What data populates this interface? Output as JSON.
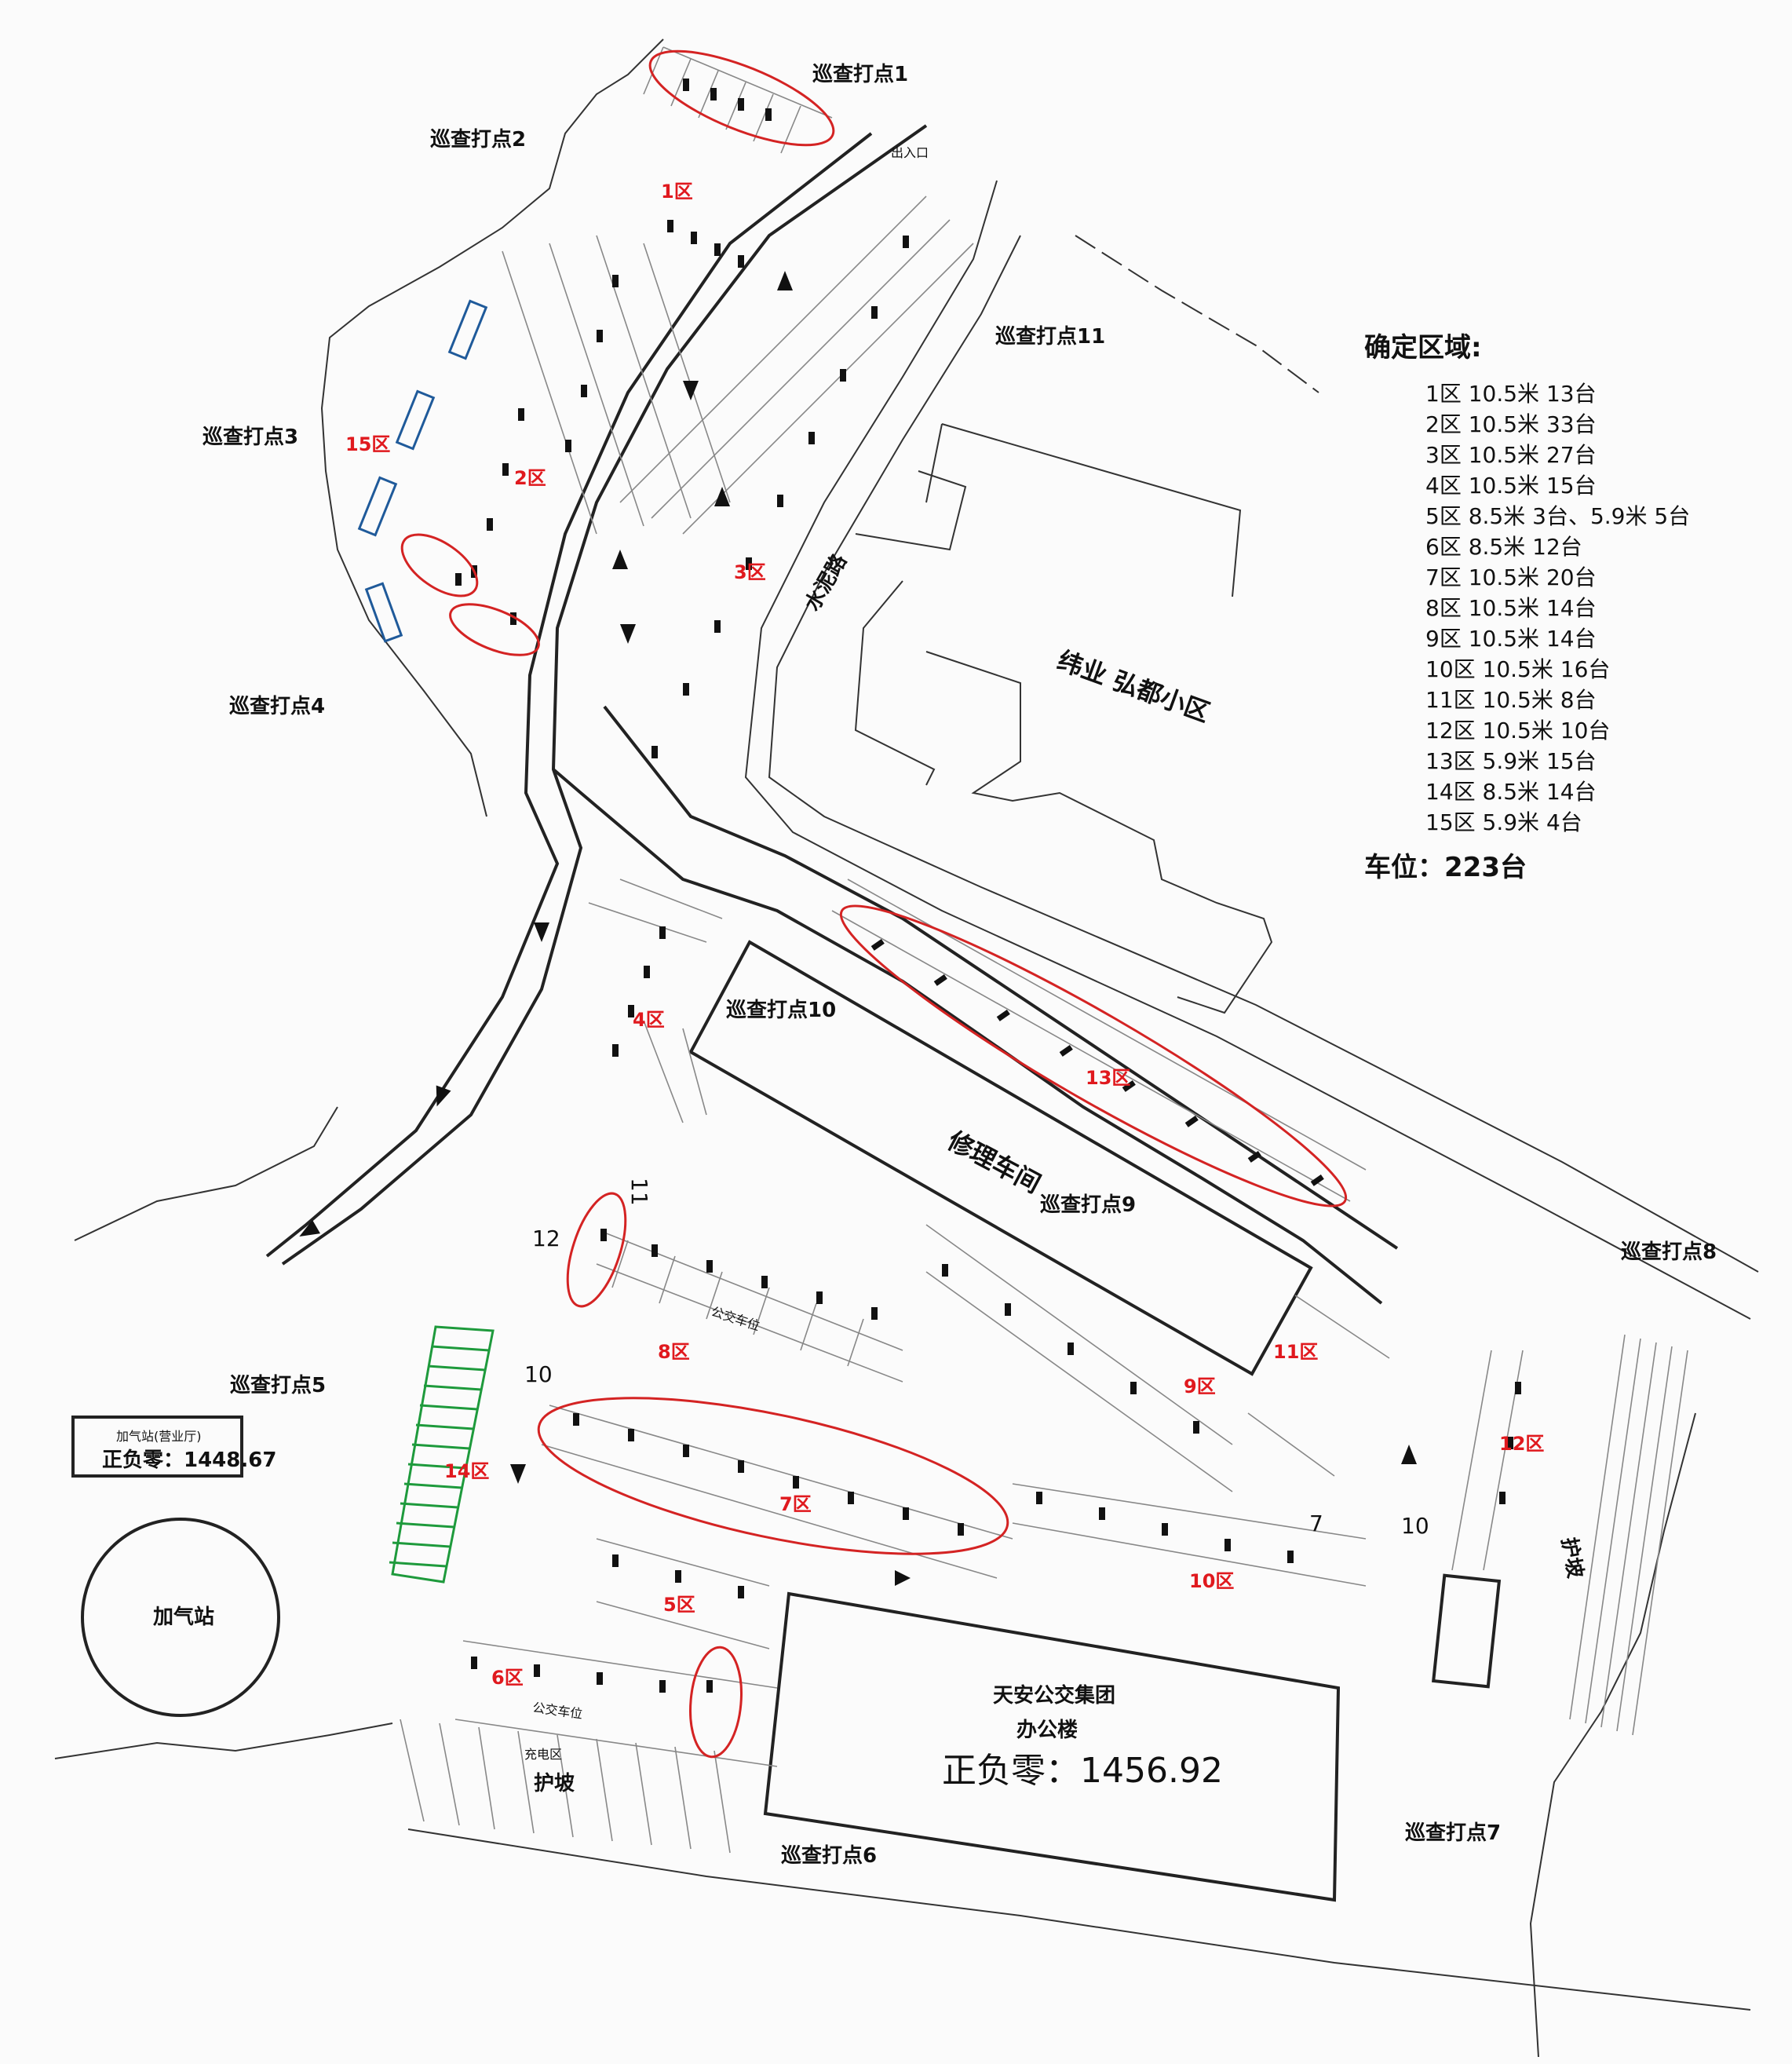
{
  "legend": {
    "title": "确定区域:",
    "items": [
      "1区 10.5米 13台",
      "2区 10.5米 33台",
      "3区 10.5米 27台",
      "4区 10.5米 15台",
      "5区 8.5米 3台、5.9米 5台",
      "6区 8.5米 12台",
      "7区 10.5米 20台",
      "8区 10.5米 14台",
      "9区 10.5米 14台",
      "10区 10.5米 16台",
      "11区 10.5米 8台",
      "12区 10.5米 10台",
      "13区 5.9米 15台",
      "14区 8.5米 14台",
      "15区 5.9米 4台"
    ],
    "total": "车位：223台"
  },
  "zones": {
    "z1": "1区",
    "z2": "2区",
    "z3": "3区",
    "z4": "4区",
    "z5": "5区",
    "z6": "6区",
    "z7": "7区",
    "z8": "8区",
    "z9": "9区",
    "z10": "10区",
    "z11": "11区",
    "z12": "12区",
    "z13": "13区",
    "z14": "14区",
    "z15": "15区"
  },
  "checkpoints": {
    "p1": "巡查打点1",
    "p2": "巡查打点2",
    "p3": "巡查打点3",
    "p4": "巡查打点4",
    "p5": "巡查打点5",
    "p6": "巡查打点6",
    "p7": "巡查打点7",
    "p8": "巡查打点8",
    "p9": "巡查打点9",
    "p10": "巡查打点10",
    "p11": "巡查打点11"
  },
  "buildings": {
    "repair": "修理车间",
    "office_1": "天安公交集团",
    "office_2": "办公楼",
    "office_elev": "正负零：1456.92",
    "gas_station": "加气站",
    "gas_hall_1": "加气站(营业厅)",
    "gas_hall_2": "正负零：1448.67",
    "residential": "纬业 弘都小区",
    "road": "水泥路",
    "entrance": "出入口",
    "bus_parking": "公交车位",
    "slope": "护坡",
    "charging": "充电区"
  },
  "row_numbers": {
    "n12": "12",
    "n11": "11",
    "n10a": "10",
    "n10b": "10",
    "n7": "7"
  },
  "colors": {
    "zone_label": "#e0191e",
    "highlight": "#d42323",
    "zone15_boxes": "#1f5a9a",
    "zone14_grid": "#1e9a3c"
  }
}
